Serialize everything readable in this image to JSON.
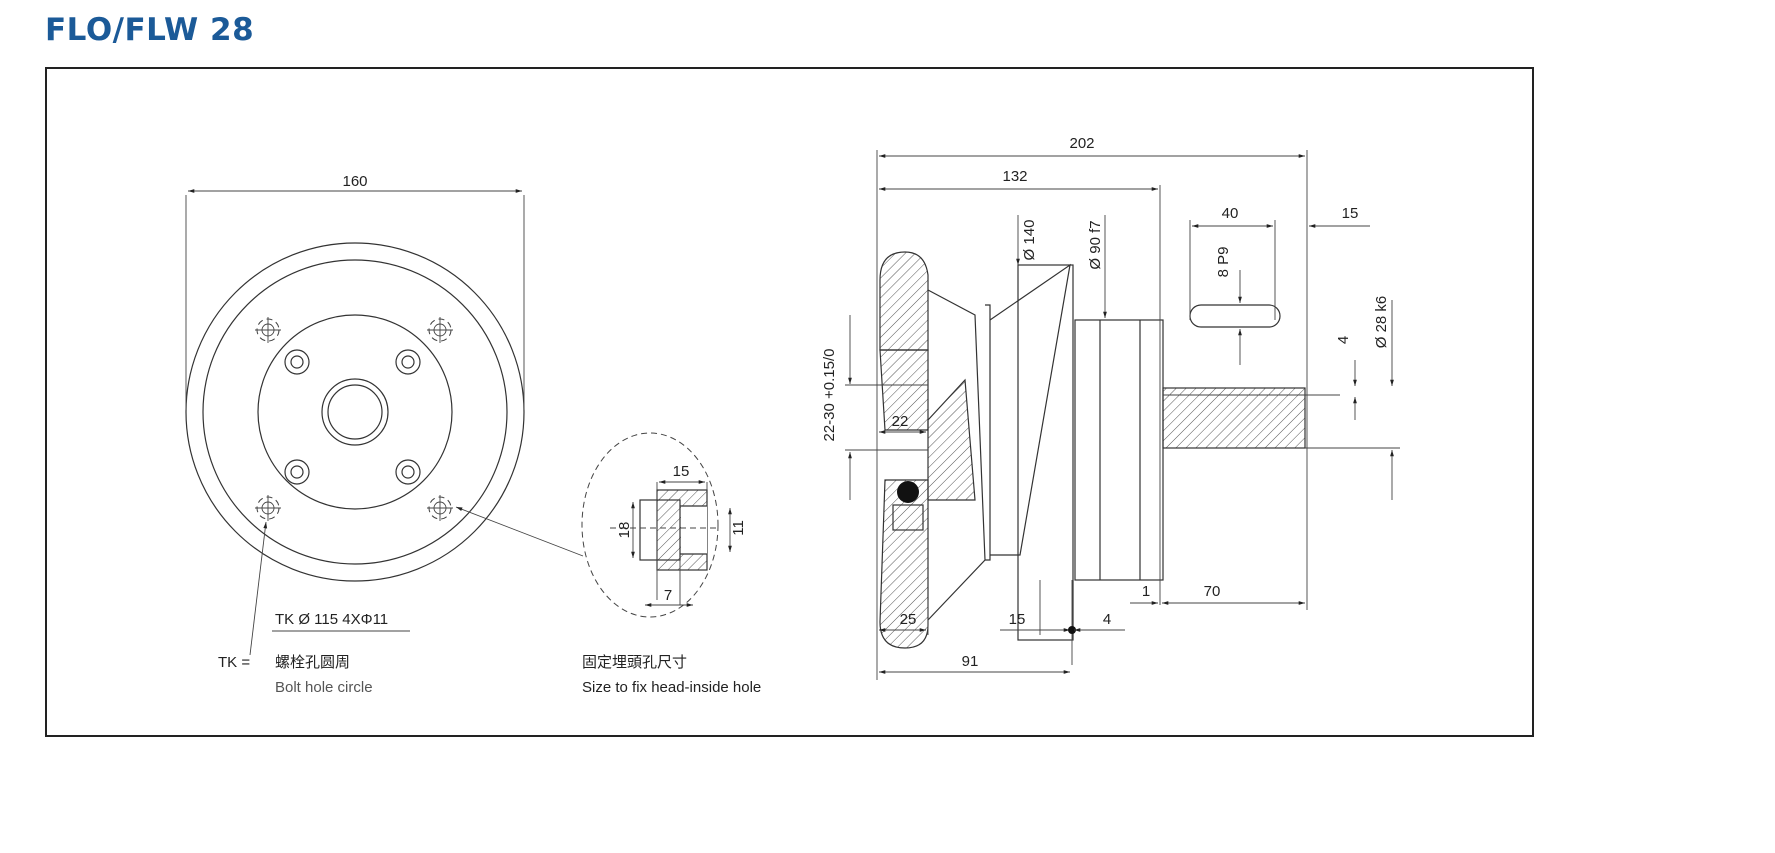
{
  "title": "FLO/FLW  28",
  "front_view": {
    "dim_width": "160",
    "tk_label": "TK Ø 115 4XΦ11",
    "legend_key": "TK =",
    "legend_cn": "螺栓孔圆周",
    "legend_en": "Bolt hole circle"
  },
  "detail_view": {
    "dim_top": "15",
    "dim_left": "18",
    "dim_right": "11",
    "dim_bottom": "7",
    "caption_cn": "固定埋頭孔尺寸",
    "caption_en": "Size to fix head-inside hole"
  },
  "side_view": {
    "dim_total": "202",
    "dim_132": "132",
    "dim_40": "40",
    "dim_15_top": "15",
    "dia_140": "Ø 140",
    "dia_90": "Ø 90 f7",
    "key_8": "8 P9",
    "dim_4_right": "4",
    "dia_28": "Ø 28 k6",
    "bore": "22-30 +0.15/0",
    "dim_22": "22",
    "dim_25": "25",
    "dim_15_bottom": "15",
    "dim_4_bottom": "4",
    "dim_1": "1",
    "dim_70": "70",
    "dim_91": "91"
  }
}
